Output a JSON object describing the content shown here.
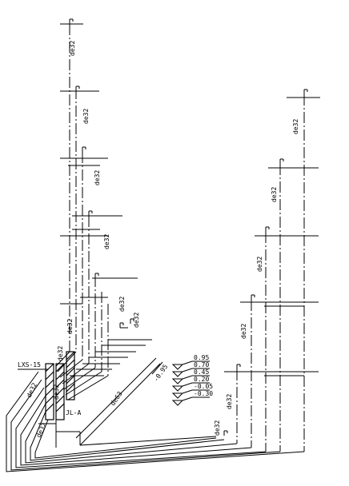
{
  "drawing": {
    "stroke_color": "#000000",
    "background_color": "#ffffff",
    "pipe_label": "de32",
    "main_pipe_label": "de63",
    "meter_box_label": "LXS-15",
    "riser_label": "JL-A",
    "mid_level_label": "-0.95",
    "levels": [
      "0.95",
      "0.70",
      "0.45",
      "0.20",
      "-0.05",
      "-0.30"
    ]
  }
}
